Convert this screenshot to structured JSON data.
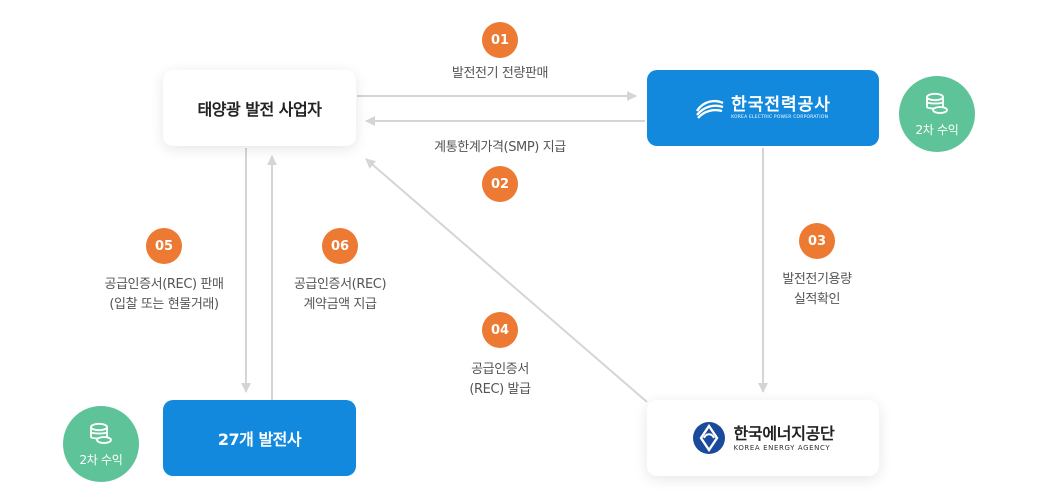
{
  "nodes": {
    "solar_producer": "태양광 발전 사업자",
    "kepco_name": "한국전력공사",
    "kepco_sub": "KOREA ELECTRIC POWER CORPORATION",
    "generators": "27개 발전사",
    "kea_name": "한국에너지공단",
    "kea_sub": "KOREA ENERGY AGENCY"
  },
  "steps": [
    {
      "num": "01",
      "label": "발전전기 전량판매"
    },
    {
      "num": "02",
      "label": "계통한계가격(SMP) 지급"
    },
    {
      "num": "03",
      "label_line1": "발전전기용량",
      "label_line2": "실적확인"
    },
    {
      "num": "04",
      "label_line1": "공급인증서",
      "label_line2": "(REC) 발급"
    },
    {
      "num": "05",
      "label_line1": "공급인증서(REC) 판매",
      "label_line2": "(입찰 또는 현물거래)"
    },
    {
      "num": "06",
      "label_line1": "공급인증서(REC)",
      "label_line2": "계약금액 지급"
    }
  ],
  "revenue_badges": [
    {
      "label": "2차 수익",
      "icon": "coins-icon"
    },
    {
      "label": "2차 수익",
      "icon": "coins-icon"
    }
  ],
  "colors": {
    "step_circle": "#ec7a32",
    "kepco_box": "#1289dd",
    "revenue_badge": "#5fc39a",
    "arrow": "#d5d5d5"
  }
}
